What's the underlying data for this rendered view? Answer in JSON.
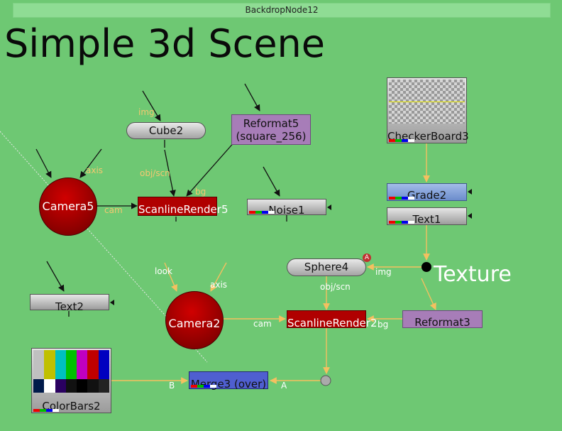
{
  "backdrop": {
    "name": "BackdropNode12",
    "title": "Simple 3d Scene",
    "color": "#6ec873"
  },
  "nodes": {
    "cube2": "Cube2",
    "reformat5_line1": "Reformat5",
    "reformat5_line2": "(square_256)",
    "checkerboard3": "CheckerBoard3",
    "camera5": "Camera5",
    "scanline5": "ScanlineRender5",
    "noise1": "Noise1",
    "grade2": "Grade2",
    "text1": "Text1",
    "sphere4": "Sphere4",
    "text2": "Text2",
    "camera2": "Camera2",
    "scanline2": "ScanlineRender2",
    "reformat3": "Reformat3",
    "colorbars2": "ColorBars2",
    "merge3": "Merge3 (over)"
  },
  "labels": {
    "img_cube": "img",
    "axis_cam5": "axis",
    "objscn_1": "obj/scn",
    "bg_1": "bg",
    "cam_1": "cam",
    "look": "look",
    "axis_cam2": "axis",
    "img_sphere": "img",
    "objscn_2": "obj/scn",
    "cam_2": "cam",
    "bg_2": "bg",
    "merge_b": "B",
    "merge_a": "A",
    "sphere_badge": "A",
    "texture_dot": "Texture"
  },
  "colors": {
    "wire": "#f5c060",
    "pipe_black": "#111111"
  }
}
